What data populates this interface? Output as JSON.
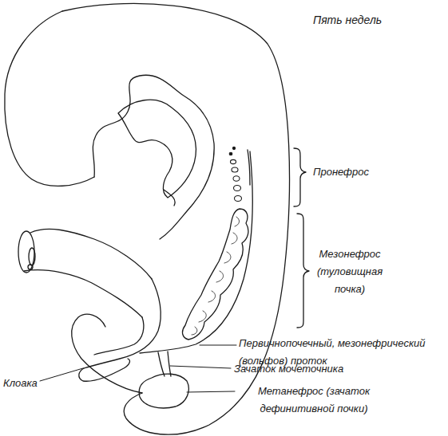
{
  "diagram": {
    "title": "Пять недель",
    "labels": [
      "Пронефрос",
      "Мезонефрос (туловищная почка)",
      "Первичнопочечный, мезонефрический (вольфов) проток",
      "Зачаток мочеточника",
      "Метанефрос (зачаток дефинитивной почки)",
      "Клоака"
    ]
  }
}
